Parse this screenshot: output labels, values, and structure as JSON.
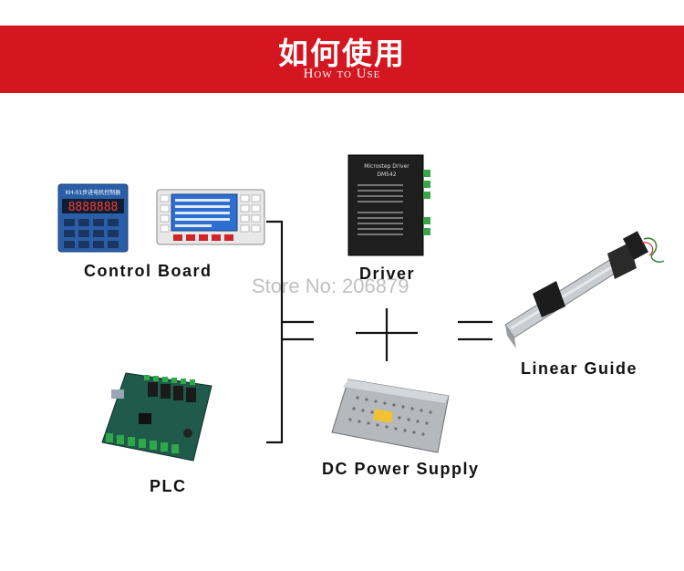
{
  "banner": {
    "title": "如何使用",
    "subtitle": "How to Use",
    "color": "#d3161f"
  },
  "components": {
    "control_board": "Control Board",
    "driver": "Driver",
    "plc": "PLC",
    "dc_power_supply": "DC Power Supply",
    "linear_guide": "Linear Guide"
  },
  "device_text": {
    "controller_header": "KH-01步进电机控制器",
    "driver_brand": "Microstep Driver",
    "driver_model": "DM542"
  },
  "watermark": "Store No: 206879",
  "operators": {
    "equals_left": "=",
    "plus": "+",
    "equals_right": "="
  }
}
